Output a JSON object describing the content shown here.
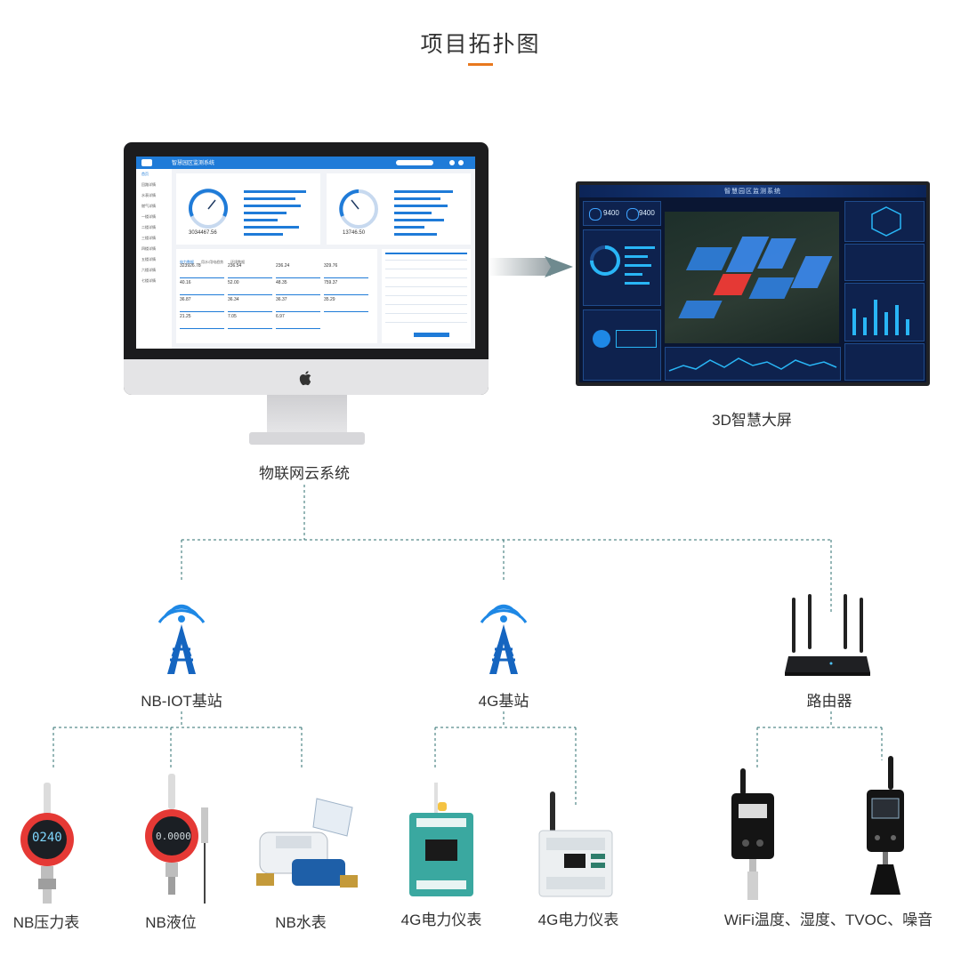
{
  "page": {
    "title": "项目拓扑图"
  },
  "cloud": {
    "label": "物联网云系统",
    "app_title": "智慧园区监测系统",
    "sidebar": [
      "首页",
      "回路详情",
      "水表详情",
      "燃气详情",
      "一楼详情",
      "二楼详情",
      "三楼详情",
      "四楼详情",
      "五楼详情",
      "六楼详情",
      "七楼详情"
    ],
    "gauge_left_value": "3034467.56",
    "gauge_right_value": "13746.50",
    "tabs": [
      "电力数据",
      "用水/用电趋势",
      "环境数据"
    ],
    "cells": [
      "323926.78",
      "236.54",
      "236.24",
      "329.76",
      "40.16",
      "52.00",
      "48.35",
      "759.37",
      "36.87",
      "36.34",
      "36.37",
      "35.29",
      "21.25",
      "7.05",
      "6.97"
    ]
  },
  "big_screen": {
    "label": "3D智慧大屏",
    "title": "智慧园区监测系统",
    "stats": [
      "9400",
      "9400"
    ]
  },
  "stations": [
    {
      "label": "NB-IOT基站",
      "icon": "radio-tower-icon"
    },
    {
      "label": "4G基站",
      "icon": "radio-tower-icon"
    },
    {
      "label": "路由器",
      "icon": "router-icon"
    }
  ],
  "devices": [
    {
      "label": "NB压力表",
      "icon": "pressure-gauge-icon",
      "display": "0240"
    },
    {
      "label": "NB液位",
      "icon": "level-gauge-icon",
      "display": "0.0000"
    },
    {
      "label": "NB水表",
      "icon": "water-meter-icon"
    },
    {
      "label": "4G电力仪表",
      "icon": "power-meter-icon"
    },
    {
      "label": "4G电力仪表",
      "icon": "power-meter-icon"
    },
    {
      "label": "WiFi温度、湿度、TVOC、噪音",
      "icon": "env-sensor-icon"
    }
  ],
  "colors": {
    "accent": "#e8781e",
    "tower": "#1e88e5",
    "link": "#2e6f6f",
    "app_blue": "#1f7bd8",
    "bigscreen_bg": "#0a1633"
  }
}
